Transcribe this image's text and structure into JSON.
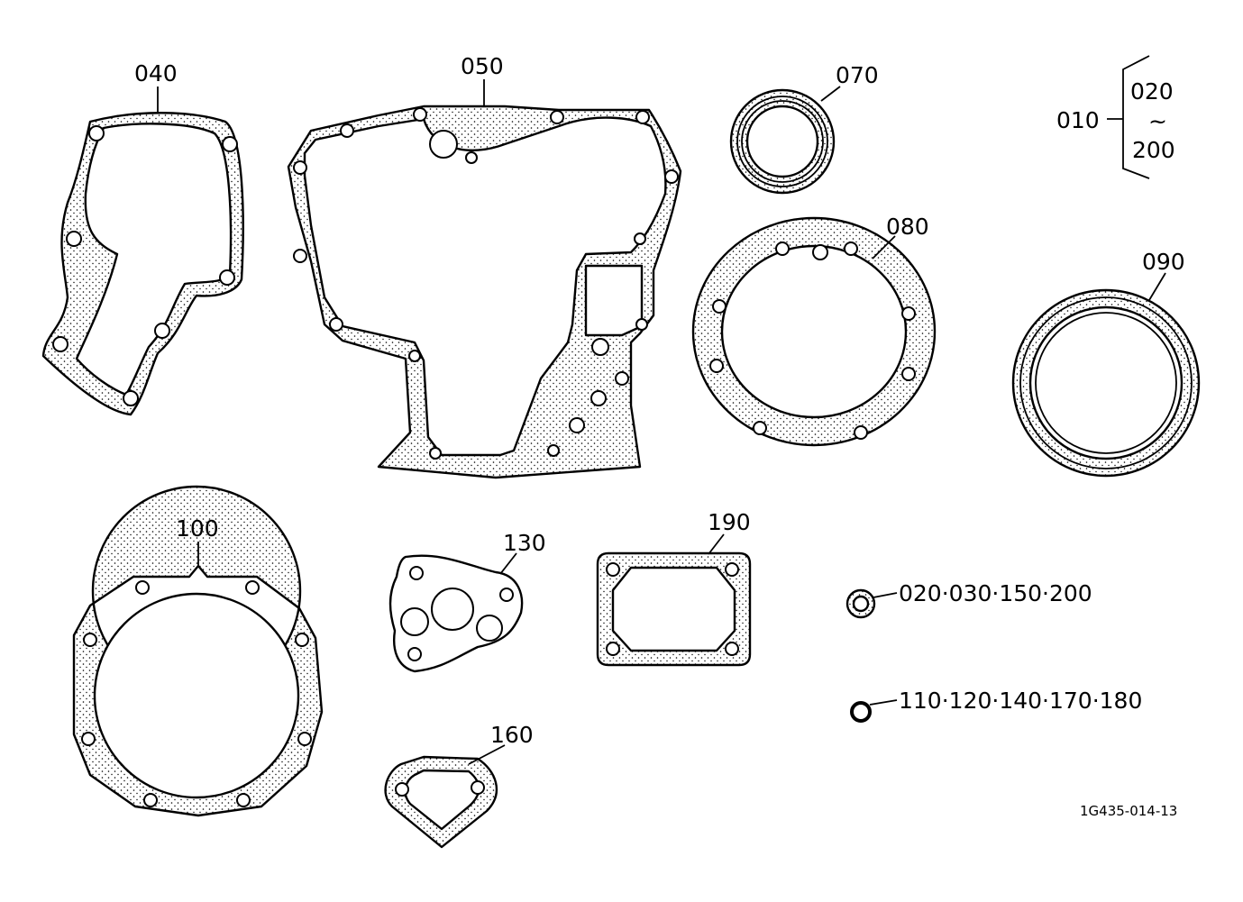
{
  "labels": {
    "p040": "040",
    "p050": "050",
    "p070": "070",
    "p080": "080",
    "p090": "090",
    "p100": "100",
    "p130": "130",
    "p160": "160",
    "p190": "190",
    "set_main": "010",
    "set_from": "020",
    "set_tilde": "~",
    "set_to": "200",
    "washer_group": "020·030·150·200",
    "oring_group": "110·120·140·170·180"
  },
  "drawing_code": "1G435-014-13"
}
